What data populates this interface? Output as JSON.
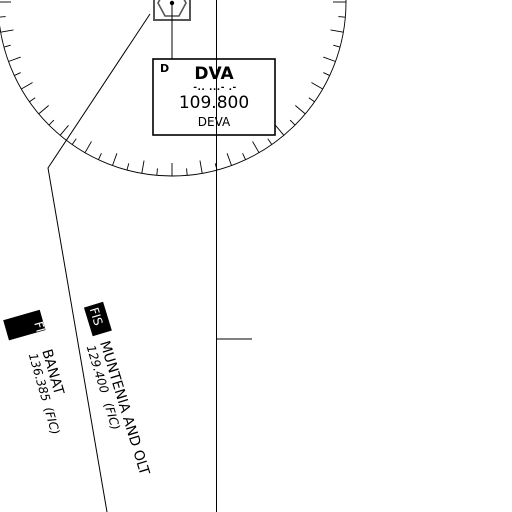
{
  "navaid": {
    "type_code": "D",
    "ident": "DVA",
    "morse": "-.. ...- .-",
    "frequency": "109.800",
    "name": "DEVA"
  },
  "fis_sectors": [
    {
      "badge": "FIS",
      "name": "BANAT",
      "frequency": "136.385",
      "service": "(FIC)"
    },
    {
      "badge": "FIS",
      "name": "MUNTENIA AND OLT",
      "frequency": "129.400",
      "service": "(FIC)"
    }
  ],
  "colors": {
    "ink": "#000000",
    "background": "#ffffff",
    "symbol_grey": "#555555"
  },
  "icons": [
    "vor-dme-symbol-icon",
    "compass-rose-icon"
  ]
}
